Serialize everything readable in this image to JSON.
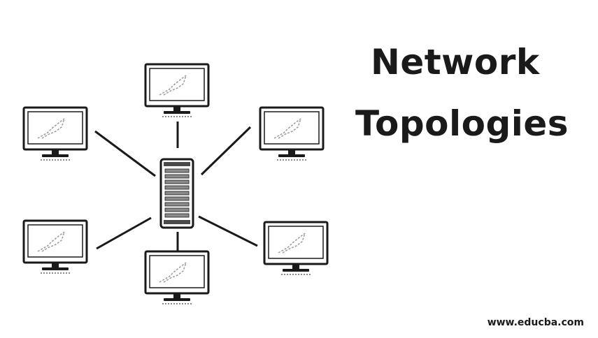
{
  "title": {
    "line1": "Network",
    "line2": "Topologies"
  },
  "watermark": "www.educba.com",
  "diagram": {
    "hub": {
      "icon": "server-icon"
    },
    "nodes": [
      {
        "id": "top",
        "icon": "monitor-icon"
      },
      {
        "id": "upper-left",
        "icon": "monitor-icon"
      },
      {
        "id": "upper-right",
        "icon": "monitor-icon"
      },
      {
        "id": "lower-left",
        "icon": "monitor-icon"
      },
      {
        "id": "lower-right",
        "icon": "monitor-icon"
      },
      {
        "id": "bottom",
        "icon": "monitor-icon"
      }
    ],
    "colors": {
      "stroke": "#1a1a1a",
      "background": "#ffffff"
    }
  }
}
